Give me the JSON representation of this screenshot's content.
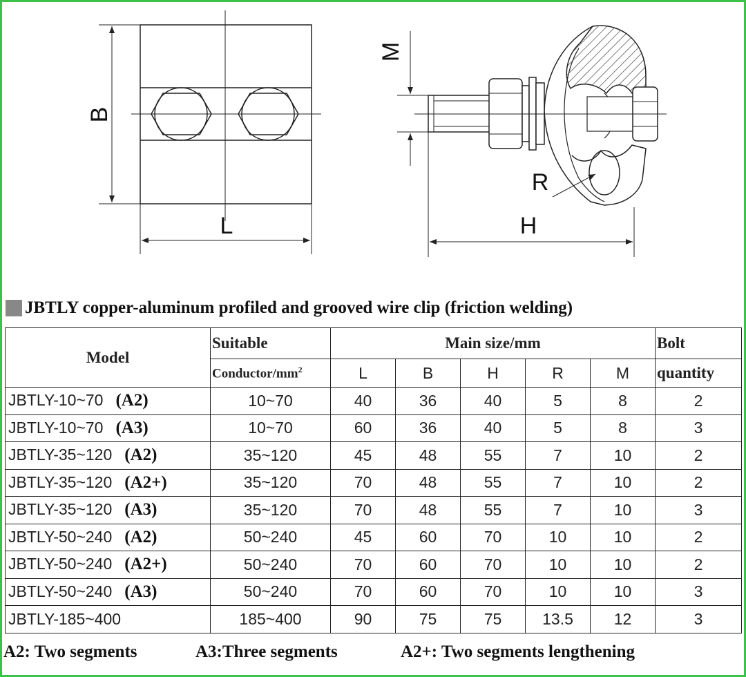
{
  "drawing": {
    "labels": {
      "B": "B",
      "L": "L",
      "M": "M",
      "R": "R",
      "H": "H"
    }
  },
  "title": "JBTLY copper-aluminum profiled and grooved wire clip (friction welding)",
  "table": {
    "headers": {
      "model": "Model",
      "suitable_line1": "Suitable",
      "suitable_line2": "Conductor/mm",
      "suitable_sup": "2",
      "main_size": "Main size/mm",
      "bolt_line1": "Bolt",
      "bolt_line2": "quantity",
      "dims": [
        "L",
        "B",
        "H",
        "R",
        "M"
      ]
    },
    "rows": [
      {
        "model": "JBTLY-10~70",
        "suffix": "(A2)",
        "conductor": "10~70",
        "L": "40",
        "B": "36",
        "H": "40",
        "R": "5",
        "M": "8",
        "bolts": "2"
      },
      {
        "model": "JBTLY-10~70",
        "suffix": "(A3)",
        "conductor": "10~70",
        "L": "60",
        "B": "36",
        "H": "40",
        "R": "5",
        "M": "8",
        "bolts": "3"
      },
      {
        "model": "JBTLY-35~120",
        "suffix": "(A2)",
        "conductor": "35~120",
        "L": "45",
        "B": "48",
        "H": "55",
        "R": "7",
        "M": "10",
        "bolts": "2"
      },
      {
        "model": "JBTLY-35~120",
        "suffix": "(A2+)",
        "conductor": "35~120",
        "L": "70",
        "B": "48",
        "H": "55",
        "R": "7",
        "M": "10",
        "bolts": "2"
      },
      {
        "model": "JBTLY-35~120",
        "suffix": "(A3)",
        "conductor": "35~120",
        "L": "70",
        "B": "48",
        "H": "55",
        "R": "7",
        "M": "10",
        "bolts": "3"
      },
      {
        "model": "JBTLY-50~240",
        "suffix": "(A2)",
        "conductor": "50~240",
        "L": "45",
        "B": "60",
        "H": "70",
        "R": "10",
        "M": "10",
        "bolts": "2"
      },
      {
        "model": "JBTLY-50~240",
        "suffix": "(A2+)",
        "conductor": "50~240",
        "L": "70",
        "B": "60",
        "H": "70",
        "R": "10",
        "M": "10",
        "bolts": "2"
      },
      {
        "model": "JBTLY-50~240",
        "suffix": "(A3)",
        "conductor": "50~240",
        "L": "70",
        "B": "60",
        "H": "70",
        "R": "10",
        "M": "10",
        "bolts": "3"
      },
      {
        "model": "JBTLY-185~400",
        "suffix": "",
        "conductor": "185~400",
        "L": "90",
        "B": "75",
        "H": "75",
        "R": "13.5",
        "M": "12",
        "bolts": "3"
      }
    ]
  },
  "footnotes": {
    "a2": "A2: Two segments",
    "a3": "A3:Three segments",
    "a2plus": "A2+: Two segments lengthening"
  },
  "colors": {
    "border": "#3cc24a",
    "marker": "#888888"
  }
}
